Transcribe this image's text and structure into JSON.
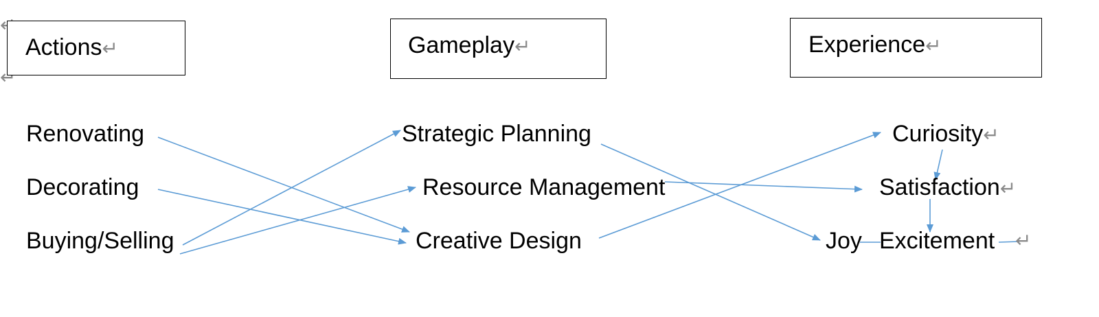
{
  "colors": {
    "arrow": "#5b9bd5",
    "text": "#000000",
    "formatting_mark": "#8a8a8a"
  },
  "paragraph_mark": "↵",
  "columns": {
    "actions": {
      "header": "Actions",
      "items": [
        "Renovating",
        "Decorating",
        "Buying/Selling"
      ]
    },
    "gameplay": {
      "header": "Gameplay",
      "items": [
        "Strategic Planning",
        "Resource Management",
        "Creative Design"
      ]
    },
    "experience": {
      "header": "Experience",
      "items": [
        "Curiosity",
        "Satisfaction",
        "Joy",
        "Excitement"
      ]
    }
  },
  "connections": [
    {
      "from": "Renovating",
      "to": "Creative Design"
    },
    {
      "from": "Decorating",
      "to": "Creative Design"
    },
    {
      "from": "Buying/Selling",
      "to": "Strategic Planning"
    },
    {
      "from": "Buying/Selling",
      "to": "Resource Management"
    },
    {
      "from": "Strategic Planning",
      "to": "Joy"
    },
    {
      "from": "Resource Management",
      "to": "Satisfaction"
    },
    {
      "from": "Creative Design",
      "to": "Curiosity"
    },
    {
      "from": "Curiosity",
      "to": "Satisfaction"
    },
    {
      "from": "Satisfaction",
      "to": "Excitement"
    },
    {
      "from": "Joy",
      "to": "Excitement"
    }
  ]
}
